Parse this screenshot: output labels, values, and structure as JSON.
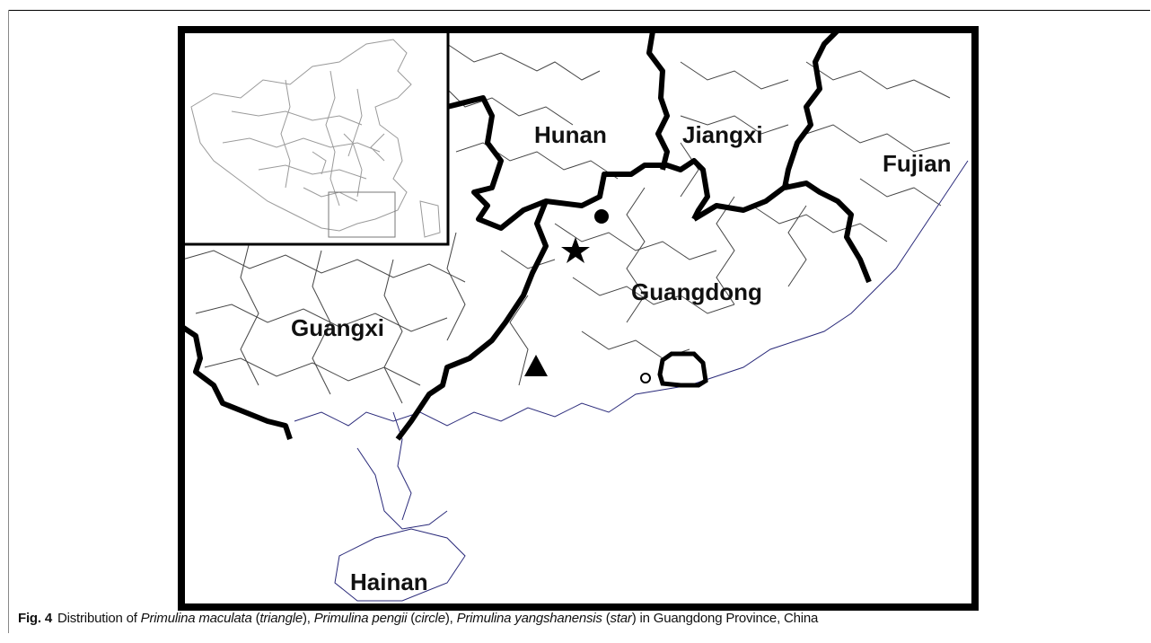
{
  "map": {
    "province_labels": {
      "hunan": "Hunan",
      "jiangxi": "Jiangxi",
      "fujian": "Fujian",
      "guangdong": "Guangdong",
      "guangxi": "Guangxi",
      "hainan": "Hainan"
    },
    "markers": [
      {
        "shape": "triangle",
        "species": "Primulina maculata"
      },
      {
        "shape": "circle",
        "species": "Primulina pengii"
      },
      {
        "shape": "star",
        "species": "Primulina yangshanensis"
      }
    ],
    "colors": {
      "border": "#000000",
      "coast": "#2a2a7a",
      "inset_lines": "#9a9a9a"
    }
  },
  "caption": {
    "label": "Fig. 4",
    "t1": "Distribution of ",
    "s1": "Primulina maculata",
    "t2": " (",
    "k1": "triangle",
    "t3": "), ",
    "s2": "Primulina pengii",
    "t4": " (",
    "k2": "circle",
    "t5": "), ",
    "s3": "Primulina yangshanensis",
    "t6": " (",
    "k3": "star",
    "t7": ") in Guangdong Province, China"
  }
}
